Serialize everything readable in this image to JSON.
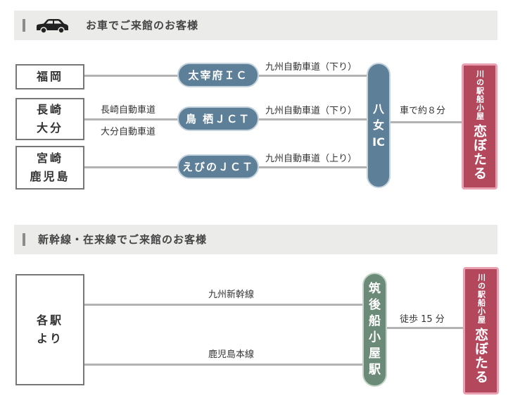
{
  "car_section": {
    "title": "お車でご来館のお客様",
    "icon": "car-icon",
    "origins": [
      {
        "line1": "福岡",
        "line2": ""
      },
      {
        "line1": "長崎",
        "line2": "大分"
      },
      {
        "line1": "宮崎",
        "line2": "鹿児島"
      }
    ],
    "nagasaki_road": "長崎自動車道",
    "oita_road": "大分自動車道",
    "interchanges": [
      "太宰府ＩＣ",
      "鳥 栖ＪＣＴ",
      "えびのＪＣＴ"
    ],
    "expressway_labels": [
      "九州自動車道（下り）",
      "九州自動車道（下り）",
      "九州自動車道（上り）"
    ],
    "exit_ic": [
      "八",
      "女",
      "IC"
    ],
    "drive_time": "車で約８分",
    "destination_sub": "川の駅船小屋",
    "destination_main": "恋ぼたる"
  },
  "train_section": {
    "title": "新幹線・在来線でご来館のお客様",
    "origin": {
      "line1": "各駅",
      "line2": "より"
    },
    "rail_lines": [
      "九州新幹線",
      "鹿児島本線"
    ],
    "station": [
      "筑",
      "後",
      "船",
      "小",
      "屋",
      "駅"
    ],
    "walk_time": "徒歩 15 分",
    "destination_sub": "川の駅船小屋",
    "destination_main": "恋ぼたる"
  },
  "colors": {
    "ic_blue": "#5e7f98",
    "station_green": "#6c8a78",
    "destination_red": "#b3485d",
    "line_gray": "#b3b3b3"
  }
}
